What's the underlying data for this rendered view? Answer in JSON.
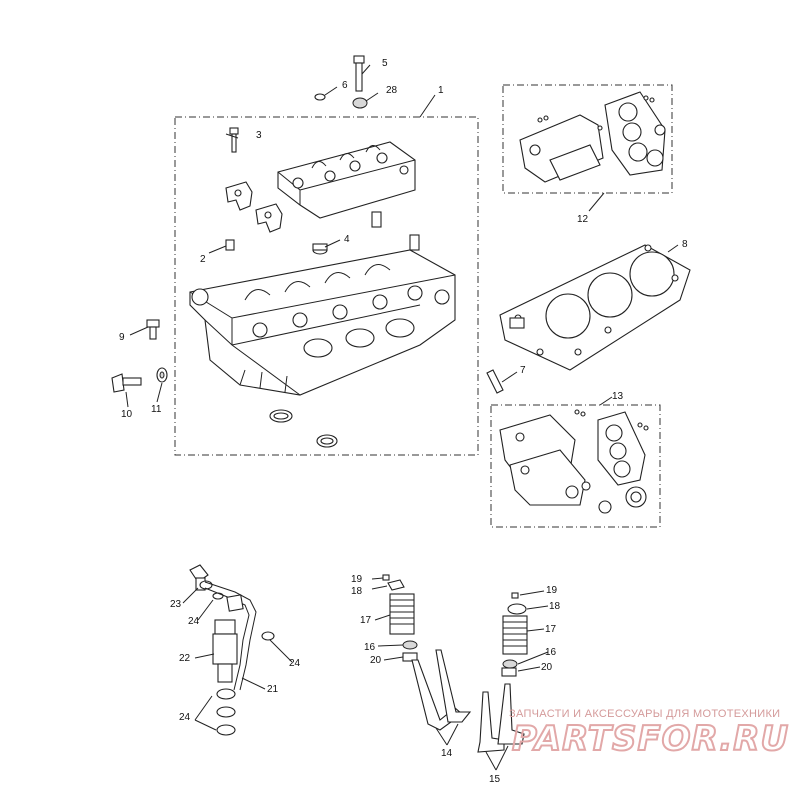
{
  "diagram": {
    "callouts": [
      "1",
      "2",
      "3",
      "4",
      "5",
      "6",
      "28",
      "7",
      "8",
      "9",
      "10",
      "11",
      "12",
      "13",
      "14",
      "15",
      "16",
      "17",
      "18",
      "19",
      "20",
      "21",
      "22",
      "23",
      "24"
    ]
  },
  "watermark": {
    "tagline": "ЗАПЧАСТИ И АКСЕССУАРЫ ДЛЯ МОТОТЕХНИКИ",
    "logo": "PARTSFOR.RU"
  }
}
